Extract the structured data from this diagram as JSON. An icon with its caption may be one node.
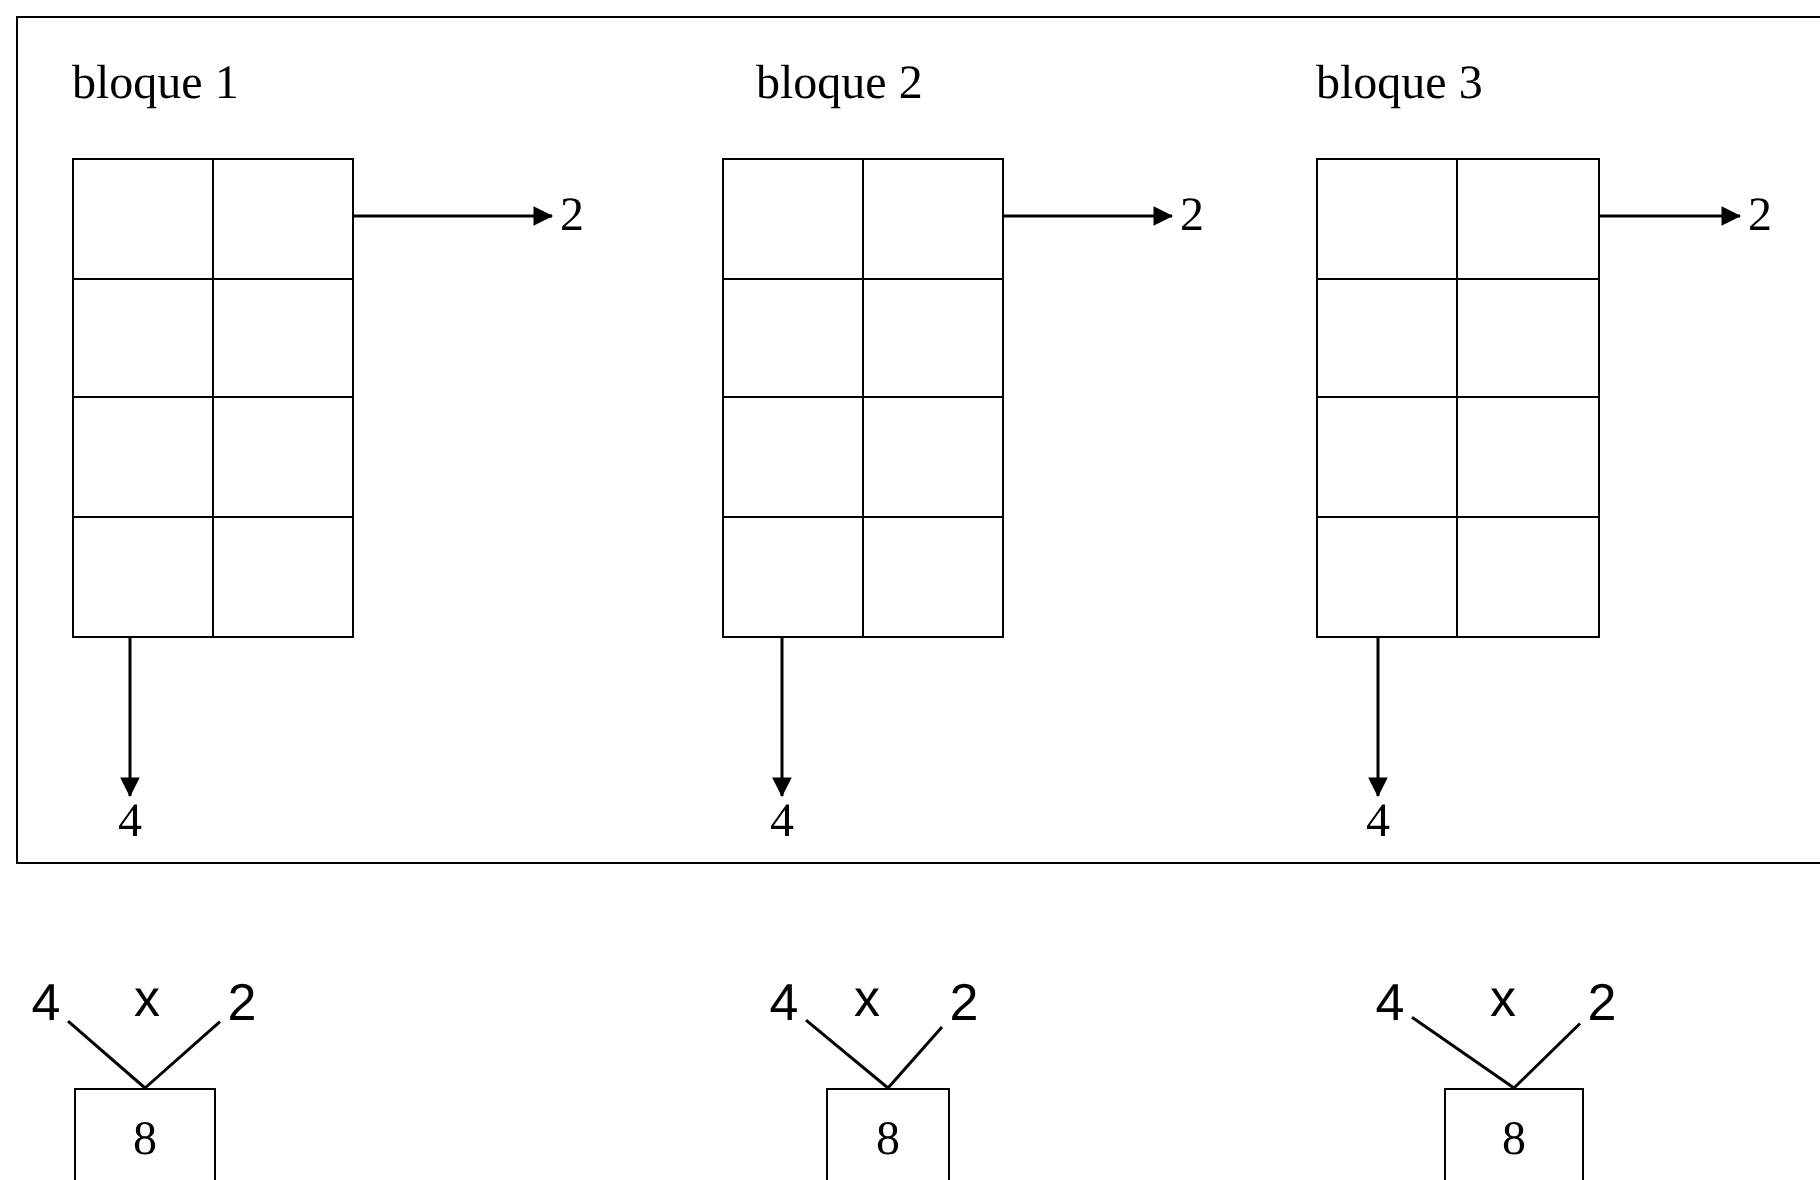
{
  "diagram": {
    "nodes": [
      {
        "text": [],
        "shape": "box",
        "beside": [
          "bloque 1"
        ]
      },
      {
        "text": [
          "2"
        ]
      },
      {
        "text": [
          "4"
        ]
      },
      {
        "text": [],
        "shape": "box",
        "beside": [
          "bloque 2"
        ]
      },
      {
        "text": [
          "2"
        ]
      },
      {
        "text": [
          "4"
        ]
      },
      {
        "text": [],
        "shape": "box",
        "beside": [
          "bloque 3"
        ]
      },
      {
        "text": [
          "2"
        ]
      },
      {
        "text": [
          "4"
        ]
      },
      {
        "text": [
          "4"
        ]
      },
      {
        "text": [
          "2"
        ]
      },
      {
        "text": [
          "8"
        ]
      },
      {
        "text": [
          "4"
        ]
      },
      {
        "text": [
          "2"
        ]
      },
      {
        "text": [
          "8"
        ]
      },
      {
        "text": [
          "4"
        ]
      },
      {
        "text": [
          "2"
        ]
      },
      {
        "text": [
          "8"
        ]
      }
    ],
    "edges": [
      {
        "from": 0,
        "to": 1,
        "arrow": "to"
      },
      {
        "from": 0,
        "to": 2,
        "arrow": "to"
      },
      {
        "from": 3,
        "to": 4,
        "arrow": "to"
      },
      {
        "from": 3,
        "to": 5,
        "arrow": "to"
      },
      {
        "from": 6,
        "to": 7,
        "arrow": "to"
      },
      {
        "from": 6,
        "to": 8,
        "arrow": "to"
      },
      {
        "from": 9,
        "to": 11,
        "arrow": "none"
      },
      {
        "from": 10,
        "to": 11,
        "arrow": "none"
      },
      {
        "from": 12,
        "to": 14,
        "arrow": "none"
      },
      {
        "from": 13,
        "to": 14,
        "arrow": "none"
      },
      {
        "from": 15,
        "to": 17,
        "arrow": "none"
      },
      {
        "from": 16,
        "to": 17,
        "arrow": "none"
      }
    ],
    "labels": [
      "x",
      "x",
      "x"
    ]
  }
}
